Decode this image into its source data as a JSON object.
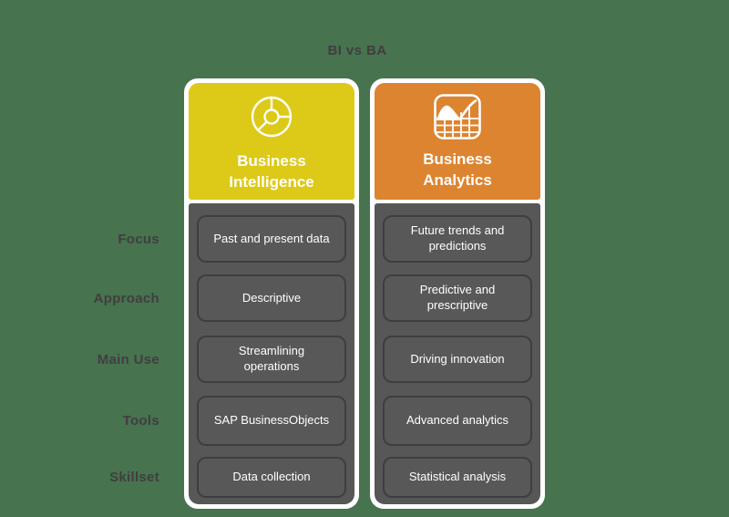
{
  "title": "BI vs BA",
  "colors": {
    "background": "#47734f",
    "bi_header": "#ddc917",
    "ba_header": "#dd8430",
    "column_body": "#575757",
    "pill_border": "#3e3e3e",
    "header_text": "#ffffff",
    "label_text": "#413e40"
  },
  "row_labels": [
    "Focus",
    "Approach",
    "Main Use",
    "Tools",
    "Skillset"
  ],
  "columns": [
    {
      "title": "Business Intelligence",
      "icon": "pie-chart-icon",
      "rows": [
        "Past and present data",
        "Descriptive",
        "Streamlining operations",
        "SAP BusinessObjects",
        "Data collection"
      ]
    },
    {
      "title": "Business Analytics",
      "icon": "grid-chart-icon",
      "rows": [
        "Future trends and predictions",
        "Predictive and prescriptive",
        "Driving innovation",
        "Advanced analytics",
        "Statistical analysis"
      ]
    }
  ]
}
